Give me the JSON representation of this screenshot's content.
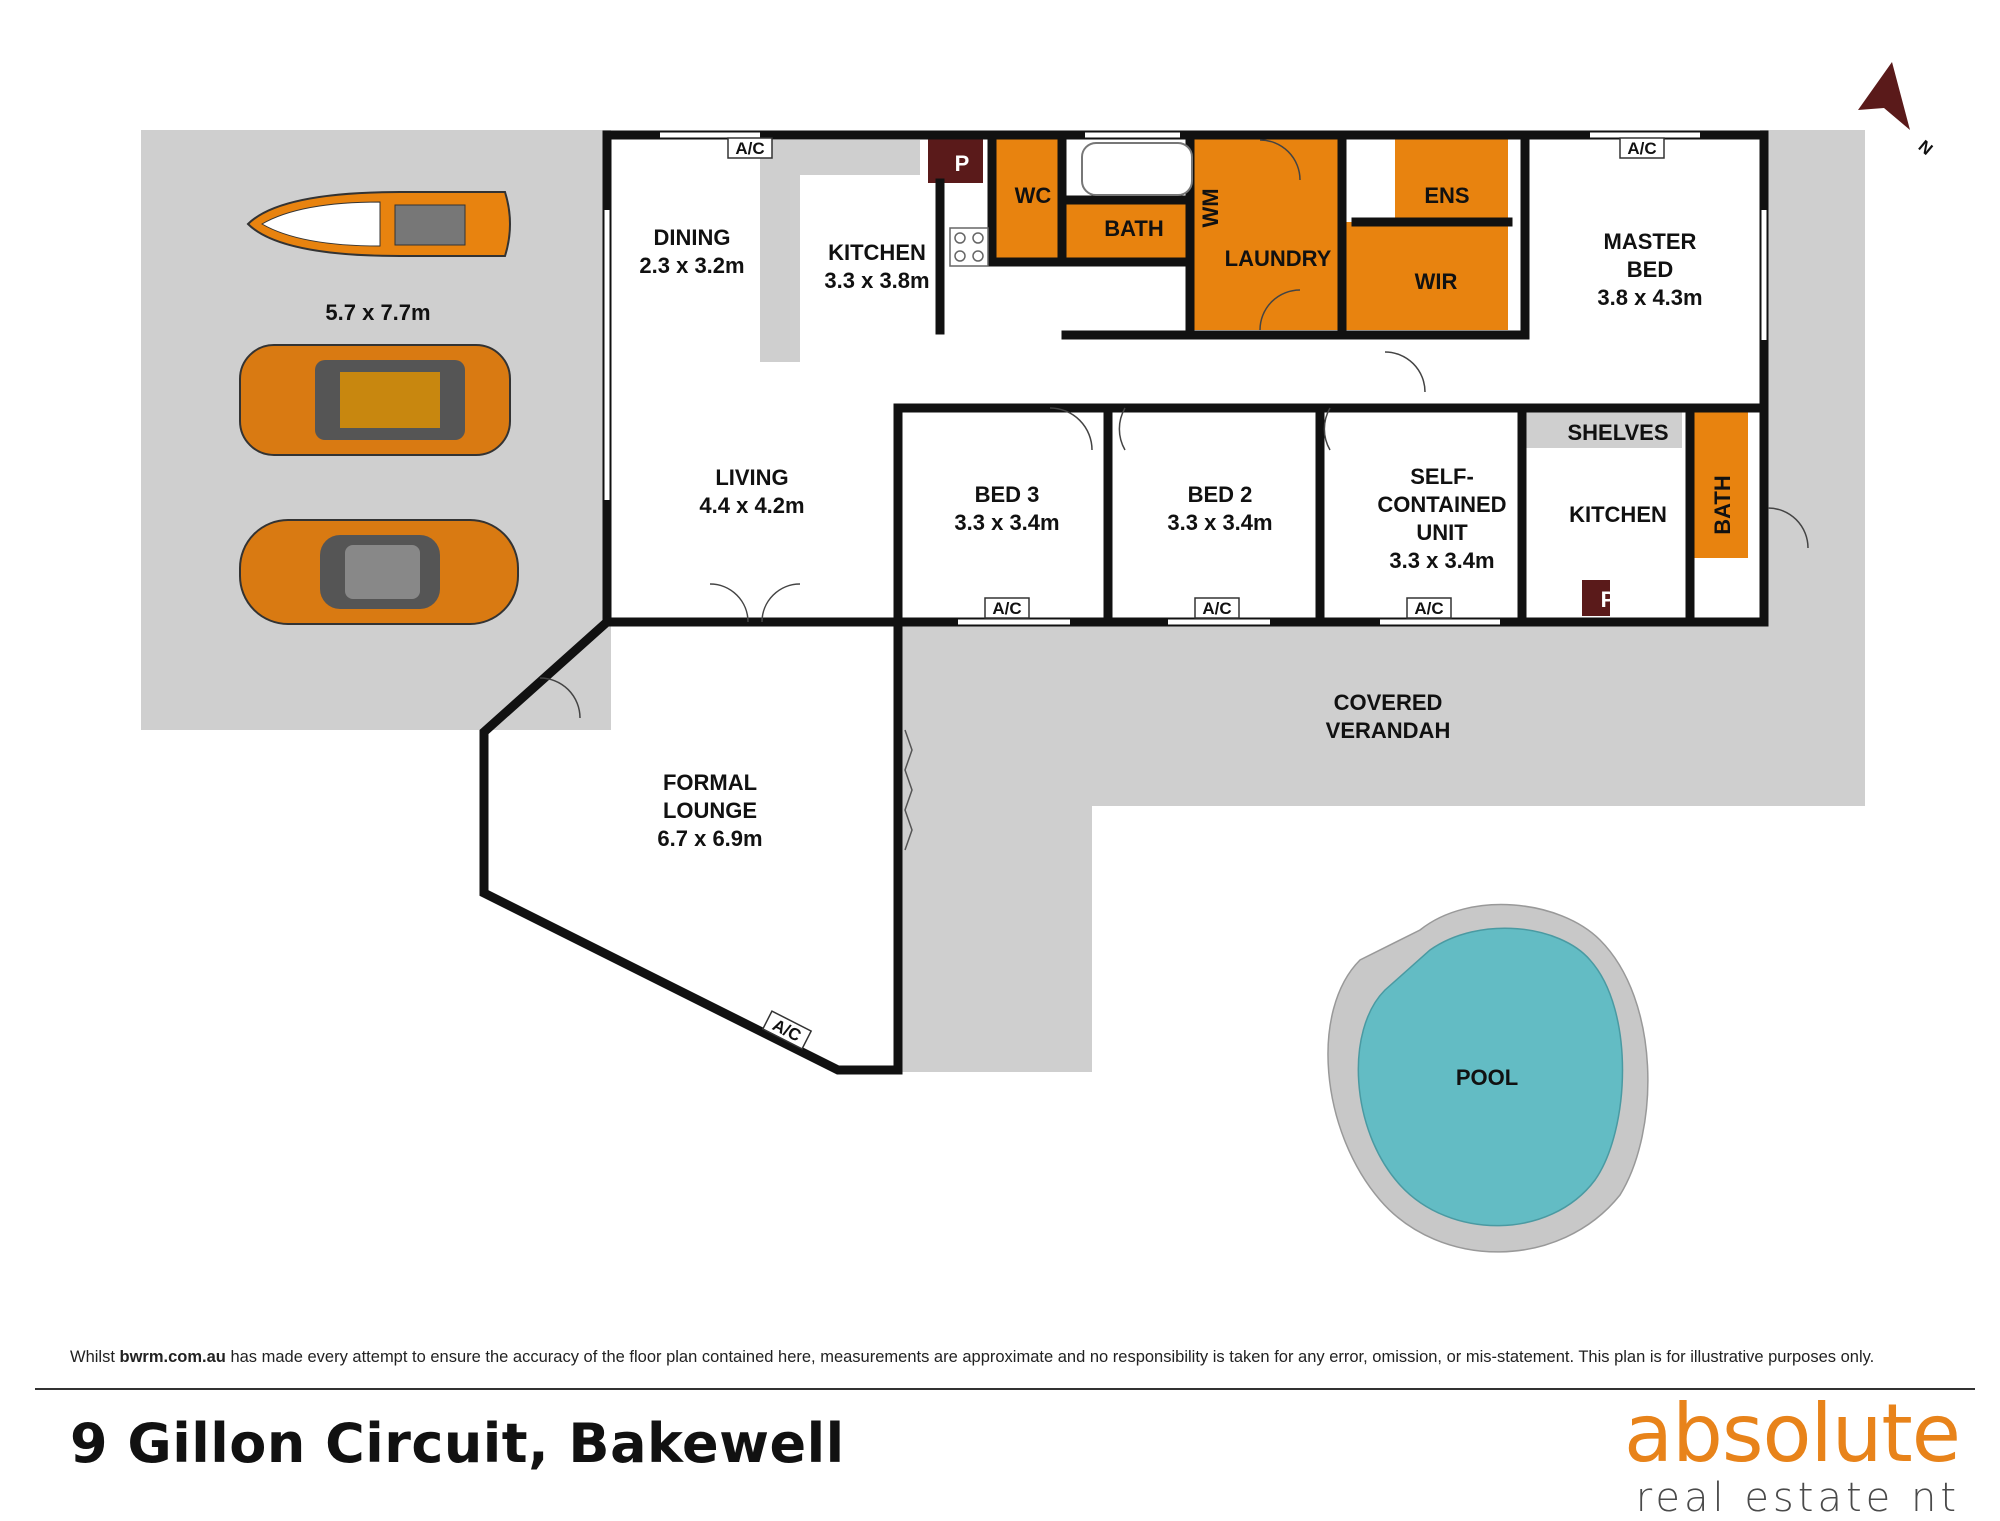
{
  "rooms": {
    "garage": {
      "dims": "5.7 x 7.7m"
    },
    "dining": {
      "name": "DINING",
      "dims": "2.3 x 3.2m"
    },
    "kitchen": {
      "name": "KITCHEN",
      "dims": "3.3 x 3.8m"
    },
    "living": {
      "name": "LIVING",
      "dims": "4.4 x 4.2m"
    },
    "formal_lounge": {
      "name1": "FORMAL",
      "name2": "LOUNGE",
      "dims": "6.7 x 6.9m"
    },
    "bed3": {
      "name": "BED 3",
      "dims": "3.3 x 3.4m"
    },
    "bed2": {
      "name": "BED 2",
      "dims": "3.3 x 3.4m"
    },
    "unit": {
      "name1": "SELF-",
      "name2": "CONTAINED",
      "name3": "UNIT",
      "dims": "3.3 x 3.4m"
    },
    "unit_kitchen": {
      "name": "KITCHEN"
    },
    "shelves": {
      "name": "SHELVES"
    },
    "unit_bath": {
      "name": "BATH"
    },
    "master_bed": {
      "name1": "MASTER",
      "name2": "BED",
      "dims": "3.8 x 4.3m"
    },
    "wc": {
      "name": "WC"
    },
    "bath": {
      "name": "BATH"
    },
    "wm": {
      "name": "WM"
    },
    "laundry": {
      "name": "LAUNDRY"
    },
    "ens": {
      "name": "ENS"
    },
    "wir": {
      "name": "WIR"
    },
    "pantry": {
      "name": "P"
    },
    "unit_pantry": {
      "name": "P"
    },
    "verandah": {
      "name1": "COVERED",
      "name2": "VERANDAH"
    },
    "pool": {
      "name": "POOL"
    }
  },
  "ac_label": "A/C",
  "compass": {
    "label": "N"
  },
  "footer": {
    "disclaimer_pre": "Whilst ",
    "disclaimer_site": "bwrm.com.au",
    "disclaimer_post": " has made every attempt to ensure the accuracy of the floor plan contained here, measurements are approximate and no responsibility is taken for any error, omission, or mis-statement. This plan is for illustrative purposes only.",
    "address": "9 Gillon Circuit, Bakewell",
    "brand_line1": "absolute",
    "brand_line2": "real estate nt"
  },
  "colors": {
    "wet_area": "#e8830f",
    "outdoor": "#cfcfcf",
    "wall": "#111111",
    "pool_water": "#63bcc4",
    "pool_surround": "#c8c8c8",
    "pantry": "#5a1a1a",
    "brand": "#e8831a"
  }
}
